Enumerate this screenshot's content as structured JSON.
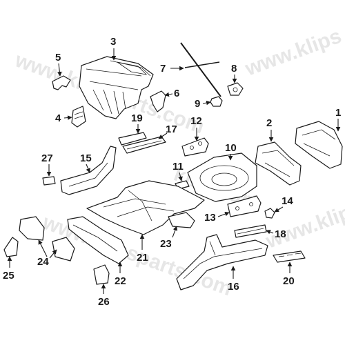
{
  "watermark": {
    "text": "www.klipsparts.com",
    "text_short": "www.klips",
    "text_mid": "klipspart",
    "color": "#e6e6e6"
  },
  "callouts": {
    "c1": "1",
    "c2": "2",
    "c3": "3",
    "c4": "4",
    "c5": "5",
    "c6": "6",
    "c7": "7",
    "c8": "8",
    "c9": "9",
    "c10": "10",
    "c11": "11",
    "c12": "12",
    "c13": "13",
    "c14": "14",
    "c15": "15",
    "c16": "16",
    "c17": "17",
    "c18": "18",
    "c19": "19",
    "c20": "20",
    "c21": "21",
    "c22": "22",
    "c23": "23",
    "c24": "24",
    "c25": "25",
    "c26": "26",
    "c27": "27"
  },
  "colors": {
    "line": "#1a1a1a",
    "background": "#ffffff"
  }
}
